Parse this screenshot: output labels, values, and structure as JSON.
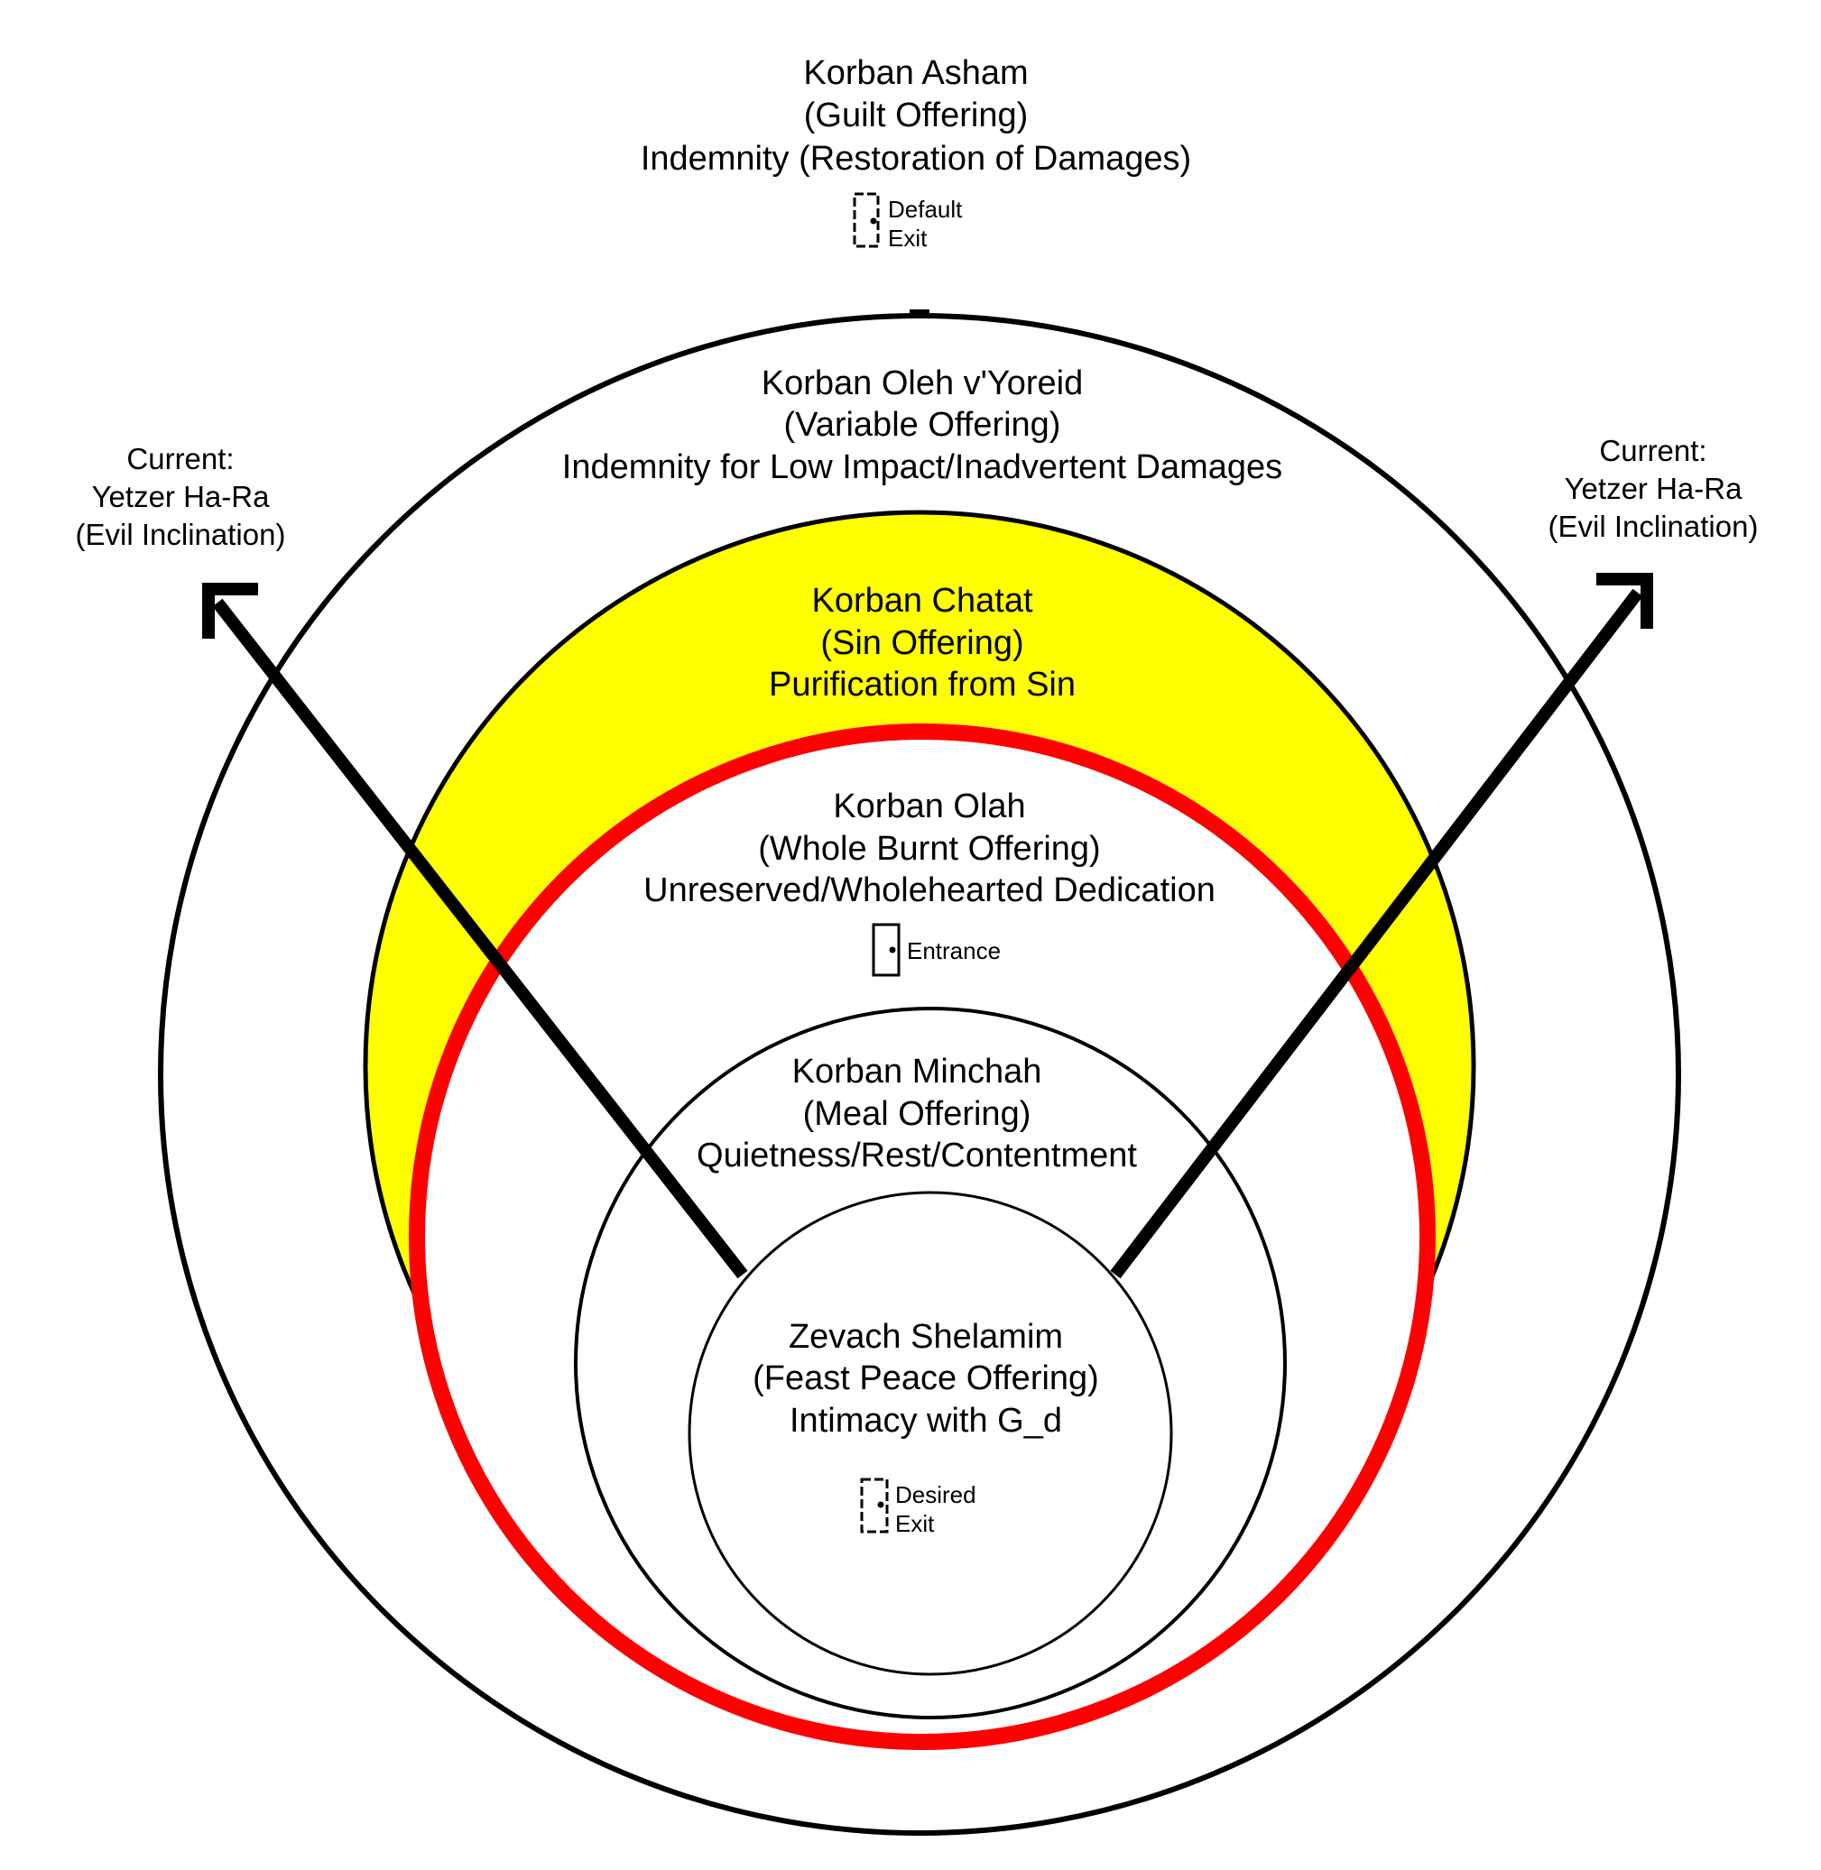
{
  "colors": {
    "background": "#ffffff",
    "stroke": "#000000",
    "chatat_fill": "#ffff00",
    "olah_ring": "#ff0000"
  },
  "asham": {
    "title": "Korban Asham",
    "subtitle": "(Guilt Offering)",
    "description": "Indemnity (Restoration of Damages)",
    "door_label_1": "Default",
    "door_label_2": "Exit"
  },
  "oleh_vyoreid": {
    "title": "Korban Oleh v'Yoreid",
    "subtitle": "(Variable Offering)",
    "description": "Indemnity for Low Impact/Inadvertent Damages"
  },
  "chatat": {
    "title": "Korban Chatat",
    "subtitle": "(Sin Offering)",
    "description": "Purification from Sin"
  },
  "olah": {
    "title": "Korban Olah",
    "subtitle": "(Whole Burnt Offering)",
    "description": "Unreserved/Wholehearted Dedication",
    "door_label": "Entrance"
  },
  "minchah": {
    "title": "Korban Minchah",
    "subtitle": "(Meal Offering)",
    "description": "Quietness/Rest/Contentment"
  },
  "shelamim": {
    "title": "Zevach Shelamim",
    "subtitle": "(Feast Peace Offering)",
    "description": "Intimacy with G_d",
    "door_label_1": "Desired",
    "door_label_2": "Exit"
  },
  "current_left": {
    "line1": "Current:",
    "line2": "Yetzer Ha-Ra",
    "line3": "(Evil Inclination)"
  },
  "current_right": {
    "line1": "Current:",
    "line2": "Yetzer Ha-Ra",
    "line3": "(Evil Inclination)"
  },
  "icons": {
    "door": "door-icon",
    "arrow": "arrow-up-icon"
  }
}
